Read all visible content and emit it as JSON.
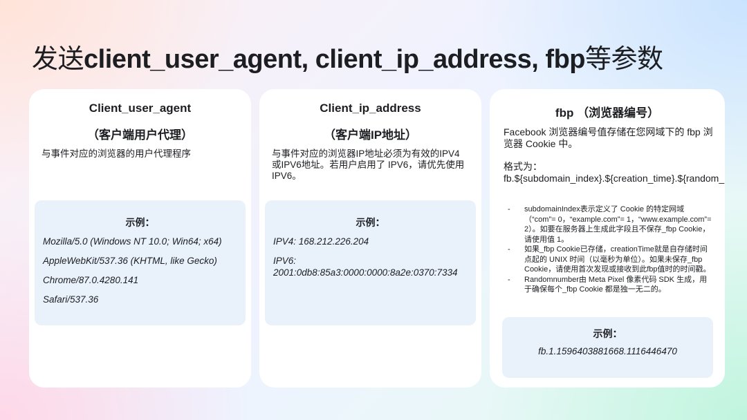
{
  "title": {
    "prefix": "发送",
    "bold": "client_user_agent, client_ip_address, fbp",
    "suffix": "等参数"
  },
  "cards": [
    {
      "heading": "Client_user_agent",
      "subheading": "（客户端用户代理）",
      "description": "与事件对应的浏览器的用户代理程序",
      "example_label": "示例：",
      "example_lines": [
        "Mozilla/5.0 (Windows NT 10.0; Win64; x64)",
        "AppleWebKit/537.36 (KHTML, like Gecko)",
        "Chrome/87.0.4280.141",
        "Safari/537.36"
      ]
    },
    {
      "heading": "Client_ip_address",
      "subheading": "（客户端IP地址）",
      "description": "与事件对应的浏览器IP地址必须为有效的IPV4或IPV6地址。若用户启用了 IPV6，请优先使用 IPV6。",
      "example_label": "示例：",
      "example_lines": [
        "IPV4: 168.212.226.204",
        "IPV6:",
        "2001:0db8:85a3:0000:0000:8a2e:0370:7334"
      ]
    },
    {
      "heading": "fbp （浏览器编号）",
      "description": "Facebook 浏览器编号值存储在您网域下的 fbp 浏览器 Cookie 中。",
      "format": "格式为：fb.${subdomain_index}.${creation_time}.${random_number}.",
      "bullets": [
        "subdomainIndex表示定义了 Cookie 的特定网域（“com”= 0，“example.com”= 1，“www.example.com”= 2）。如要在服务器上生成此字段且不保存_fbp Cookie，请使用值 1。",
        "如果_fbp Cookie已存储，creationTime就是自存储时间点起的 UNIX 时间（以毫秒为单位）。如果未保存_fbp Cookie，请使用首次发现或接收到此fbp值时的时间戳。",
        "Randomnumber由 Meta Pixel 像素代码 SDK 生成，用于确保每个_fbp Cookie 都是独一无二的。"
      ],
      "bullet_marker": "-",
      "example_label": "示例：",
      "example_lines": [
        "fb.1.1596403881668.1116446470"
      ]
    }
  ]
}
